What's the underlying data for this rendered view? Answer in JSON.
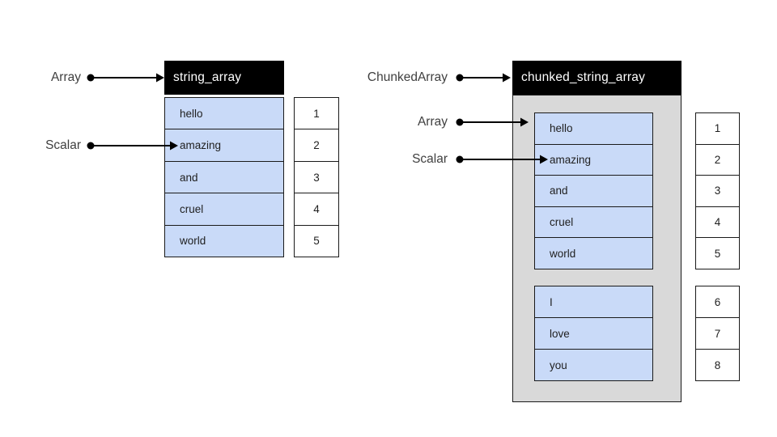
{
  "diagram": {
    "left": {
      "title": "string_array",
      "labels": {
        "array": "Array",
        "scalar": "Scalar"
      },
      "rows": [
        "hello",
        "amazing",
        "and",
        "cruel",
        "world"
      ],
      "indices": [
        "1",
        "2",
        "3",
        "4",
        "5"
      ]
    },
    "right": {
      "title": "chunked_string_array",
      "labels": {
        "chunked_array": "ChunkedArray",
        "array": "Array",
        "scalar": "Scalar"
      },
      "chunks": [
        {
          "rows": [
            "hello",
            "amazing",
            "and",
            "cruel",
            "world"
          ],
          "indices": [
            "1",
            "2",
            "3",
            "4",
            "5"
          ]
        },
        {
          "rows": [
            "I",
            "love",
            "you"
          ],
          "indices": [
            "6",
            "7",
            "8"
          ]
        }
      ]
    },
    "colors": {
      "cell_fill": "#c9daf8",
      "chunk_container_fill": "#d9d9d9",
      "header_fill": "#000000",
      "header_text": "#ffffff",
      "label_text": "#3f3f3f",
      "border": "#1a1a1a"
    }
  }
}
